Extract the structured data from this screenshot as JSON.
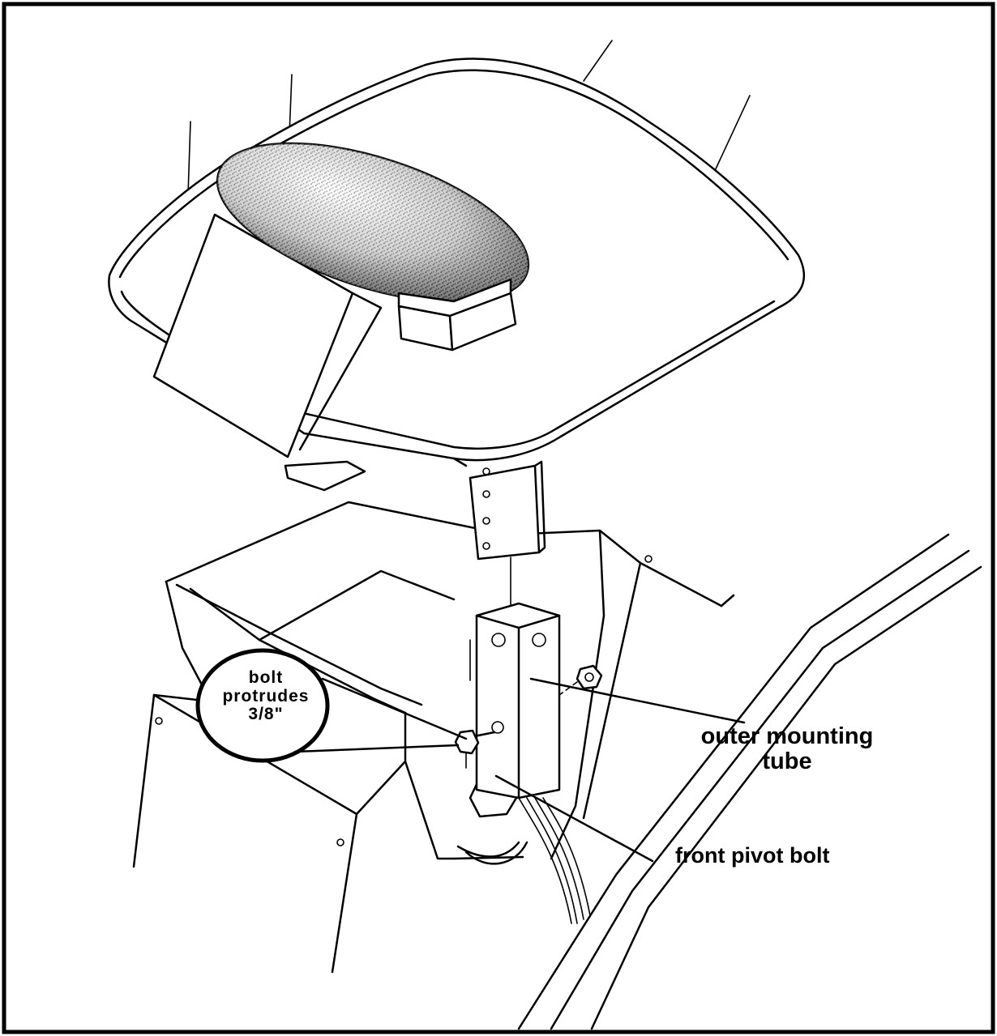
{
  "labels": {
    "bolt_note": {
      "line1": "bolt",
      "line2": "protrudes",
      "line3": "3/8\""
    },
    "outer_tube": {
      "line1": "outer mounting",
      "line2": "tube"
    },
    "front_pivot": "front pivot bolt"
  },
  "colors": {
    "ink": "#000000",
    "paper": "#ffffff"
  }
}
